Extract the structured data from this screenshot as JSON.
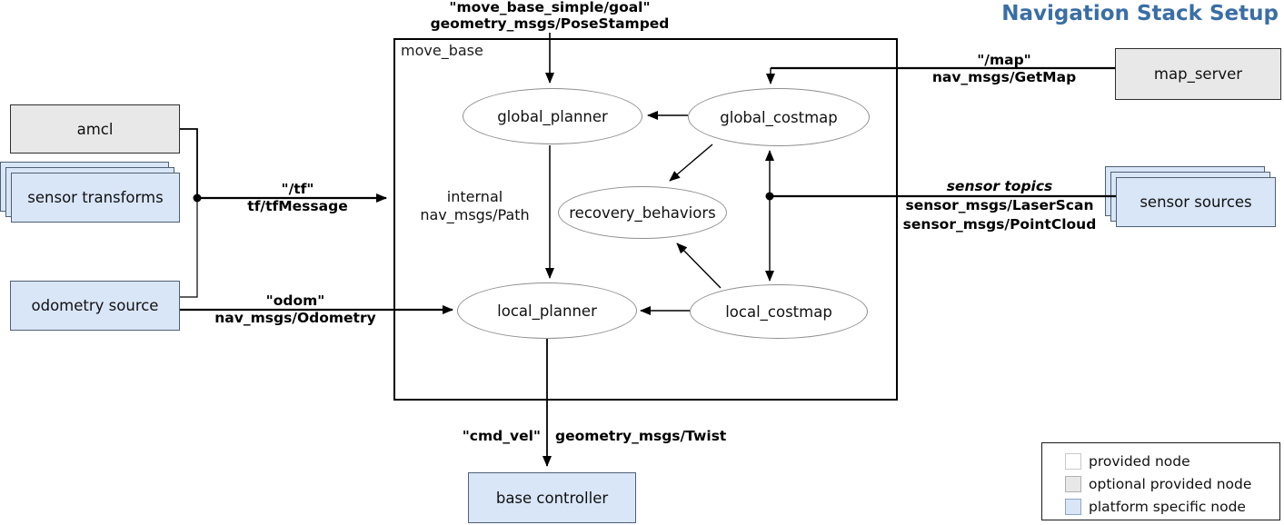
{
  "title": "Navigation Stack Setup",
  "colors": {
    "title_blue": "#3a6ea5",
    "platform_node_fill": "#d9e6f8",
    "optional_node_fill": "#e8e8e8",
    "provided_node_fill": "#ffffff",
    "wire": "#000000"
  },
  "nodes": {
    "amcl": "amcl",
    "sensor_transforms": "sensor transforms",
    "odometry_source": "odometry source",
    "map_server": "map_server",
    "sensor_sources": "sensor sources",
    "base_controller": "base controller"
  },
  "move_base": {
    "label": "move_base",
    "global_planner": "global_planner",
    "global_costmap": "global_costmap",
    "recovery_behaviors": "recovery_behaviors",
    "local_planner": "local_planner",
    "local_costmap": "local_costmap",
    "internal": {
      "line1": "internal",
      "line2": "nav_msgs/Path"
    }
  },
  "topics": {
    "goal": {
      "topic": "\"move_base_simple/goal\"",
      "type": "geometry_msgs/PoseStamped"
    },
    "map": {
      "topic": "\"/map\"",
      "type": "nav_msgs/GetMap"
    },
    "tf": {
      "topic": "\"/tf\"",
      "type": "tf/tfMessage"
    },
    "odom": {
      "topic": "\"odom\"",
      "type": "nav_msgs/Odometry"
    },
    "sensor": {
      "topic": "sensor topics",
      "type1": "sensor_msgs/LaserScan",
      "type2": "sensor_msgs/PointCloud"
    },
    "cmd_vel": {
      "topic": "\"cmd_vel\"",
      "type": "geometry_msgs/Twist"
    }
  },
  "legend": {
    "items": [
      {
        "label": "provided node",
        "fill": "#ffffff"
      },
      {
        "label": "optional provided node",
        "fill": "#e8e8e8"
      },
      {
        "label": "platform specific node",
        "fill": "#d9e6f8"
      }
    ]
  }
}
